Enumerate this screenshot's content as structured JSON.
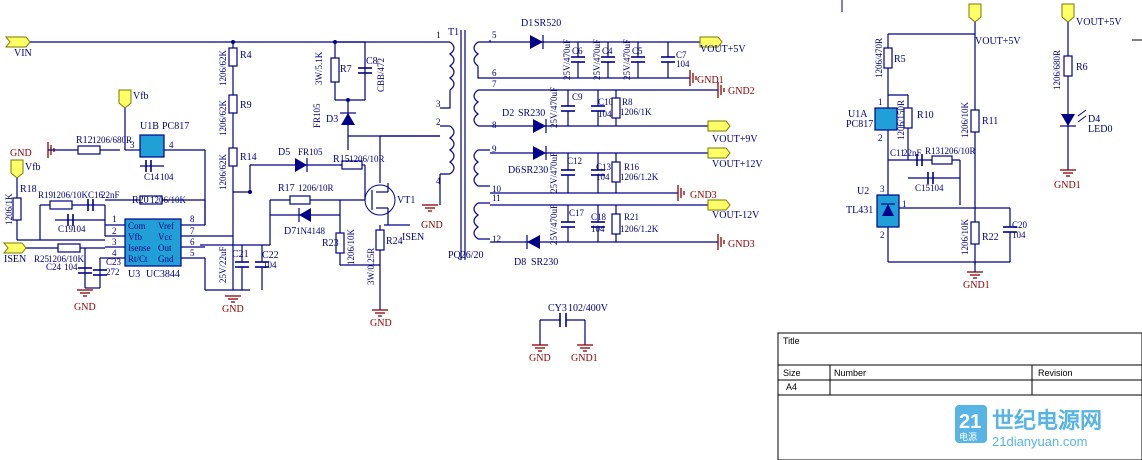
{
  "nets": {
    "vin": "VIN",
    "vfb1": "Vfb",
    "vfb2": "Vfb",
    "isen_left": "ISEN",
    "isen_mid": "ISEN",
    "gnd": "GND",
    "gnd1": "GND1",
    "gnd2": "GND2",
    "gnd3": "GND3",
    "vout5": "VOUT+5V",
    "vout9": "VOUT+9V",
    "vout12": "VOUT+12V",
    "voutm12": "VOUT-12V",
    "vout5_right": "VOUT+5V"
  },
  "parts": {
    "R4": "R4",
    "R4v": "1206/62K",
    "R9": "R9",
    "R9v": "1206/62K",
    "R14": "R14",
    "R14v": "1206/62K",
    "R7": "R7",
    "R7v": "3W/5.1K",
    "C8": "C8",
    "C8v": "CBB/472",
    "D3": "D3",
    "D3v": "FR105",
    "D5": "D5",
    "D5v": "FR105",
    "R15": "R15",
    "R15v": "1206/10R",
    "R17": "R17",
    "R17v": "1206/10R",
    "D7": "D7",
    "D7v": "1N4148",
    "VT1": "VT1",
    "R23": "R23",
    "R23v": "1206/10K",
    "R24": "R24",
    "R24v": "3W/0.25R",
    "T1": "T1",
    "T1v": "PQ26/20",
    "R12": "R12",
    "R12v": "1206/680R",
    "U1B": "U1B",
    "U1Bv": "PC817",
    "C14": "C14",
    "C14v": "104",
    "R18": "R18",
    "R18v": "1206/1K",
    "R19": "R19",
    "R19v": "1206/10K",
    "C16": "C16",
    "C16v": "22nF",
    "C19": "C19",
    "C19v": "104",
    "R20": "R20",
    "R20v": "1206/10K",
    "U3": "U3",
    "U3v": "UC3844",
    "R25": "R25",
    "R25v": "1206/10K",
    "C24": "C24",
    "C24v": "104",
    "C23": "C23",
    "C23v": "272",
    "C21": "C21",
    "C21v": "25V/22uF",
    "C22": "C22",
    "C22v": "104",
    "D1": "D1",
    "D1v": "SR520",
    "C6": "C6",
    "C6v": "25V/470uF",
    "C4": "C4",
    "C4v": "25V/470uF",
    "C5": "C5",
    "C5v": "25V/470uF",
    "C7": "C7",
    "C7v": "104",
    "D2": "D2",
    "D2v": "SR230",
    "C9": "C9",
    "C9v": "25V/470uF",
    "C10": "C10",
    "C10v": "104",
    "R8": "R8",
    "R8v": "1206/1K",
    "D6": "D6",
    "D6v": "SR230",
    "C12": "C12",
    "C12v": "25V/470uF",
    "C13": "C13",
    "C13v": "104",
    "R16": "R16",
    "R16v": "1206/1.2K",
    "D8": "D8",
    "D8v": "SR230",
    "C17": "C17",
    "C17v": "25V/470uF",
    "C18": "C18",
    "C18v": "104",
    "R21": "R21",
    "R21v": "1206/1.2K",
    "CY3": "CY3",
    "CY3v": "102/400V",
    "R5": "R5",
    "R5v": "1206/470R",
    "U1A": "U1A",
    "U1Av": "PC817",
    "R10": "R10",
    "R10v": "1206/150R",
    "R11": "R11",
    "R11v": "1206/10K",
    "C11": "C11",
    "C11v": "22nF",
    "R13": "R13",
    "R13v": "1206/10R",
    "C15": "C15",
    "C15v": "104",
    "U2": "U2",
    "U2v": "TL431",
    "R22": "R22",
    "R22v": "1206/10K",
    "C20": "C20",
    "C20v": "104",
    "R6": "R6",
    "R6v": "1206/680R",
    "D4": "D4",
    "D4v": "LED0"
  },
  "u3_pins": {
    "com": "Com",
    "vfb": "Vfb",
    "isense": "Isense",
    "rtct": "Rt/Ct",
    "vref": "Vref",
    "vcc": "Vcc",
    "out": "Out",
    "gnd": "Gnd",
    "p1": "1",
    "p2": "2",
    "p3": "3",
    "p4": "4",
    "p5": "5",
    "p6": "6",
    "p7": "7",
    "p8": "8"
  },
  "t1_pins": [
    "1",
    "2",
    "3",
    "4",
    "5",
    "6",
    "7",
    "8",
    "9",
    "10",
    "11",
    "12"
  ],
  "pc817_pins": {
    "p1": "1",
    "p2": "2",
    "p3": "3",
    "p4": "4"
  },
  "tl431_pins": {
    "p1": "1",
    "p2": "2",
    "p3": "3"
  },
  "title_block": {
    "title": "Title",
    "size": "Size",
    "number": "Number",
    "revision": "Revision",
    "size_value": "A4"
  },
  "watermark": {
    "logo": "世纪电源网",
    "site": "21dianyuan.com",
    "badge": "21",
    "badge_sub": "电源"
  },
  "colors": {
    "wire": "#00008a",
    "label": "#000080",
    "ground": "#8b0000",
    "ic": "#21a0d8",
    "power_flag": "#ffff66",
    "watermark": "#3aa7e0"
  }
}
